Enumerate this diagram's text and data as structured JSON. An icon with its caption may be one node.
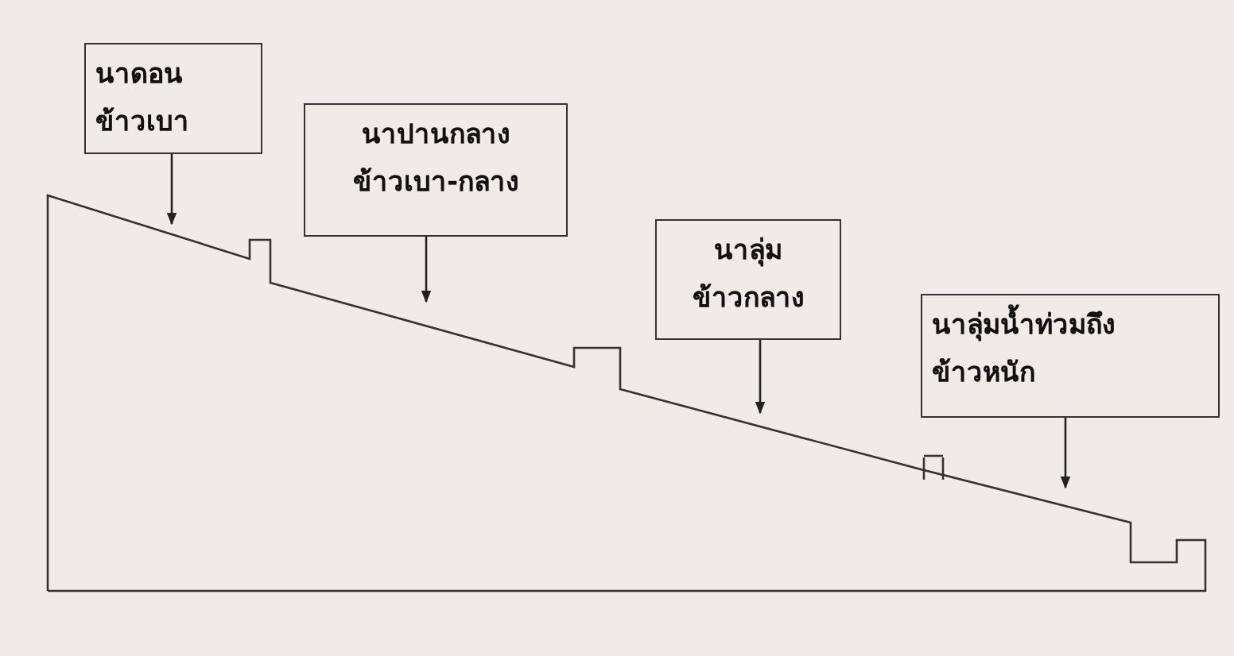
{
  "diagram": {
    "nodes": [
      {
        "text": [
          "นาดอน",
          "ข้าวเบา"
        ]
      },
      {
        "text": [
          "นาปานกลาง",
          "ข้าวเบา-กลาง"
        ]
      },
      {
        "text": [
          "นาลุ่ม",
          "ข้าวกลาง"
        ]
      },
      {
        "text": [
          "นาลุ่มน้ำท่วมถึง",
          "ข้าวหนัก"
        ]
      }
    ],
    "edges": [
      {
        "from": 0,
        "to": null,
        "arrow": "to"
      },
      {
        "from": 1,
        "to": null,
        "arrow": "to"
      },
      {
        "from": 2,
        "to": null,
        "arrow": "to"
      },
      {
        "from": 3,
        "to": null,
        "arrow": "to"
      }
    ]
  }
}
